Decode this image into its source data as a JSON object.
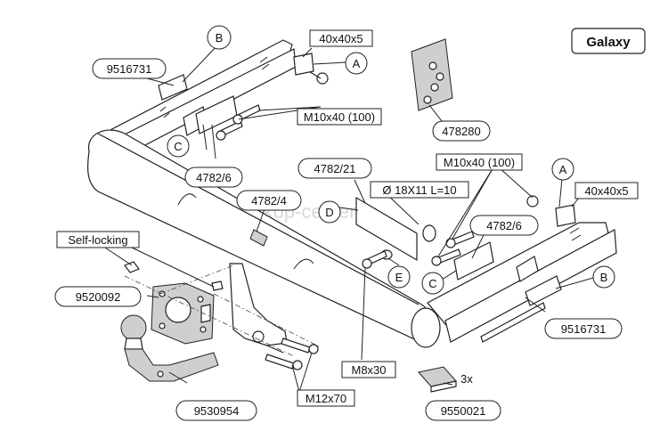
{
  "model": "Galaxy",
  "watermark": "farkop-center.ru",
  "letters": {
    "a": "A",
    "b": "B",
    "c": "C",
    "d": "D",
    "e": "E"
  },
  "parts": {
    "bracket_left": "9516731",
    "bracket_right": "9516731",
    "plate_size_top": "40x40x5",
    "plate_size_right": "40x40x5",
    "bolt_top": "M10x40 (100)",
    "bolt_right": "M10x40 (100)",
    "kit_block": "478280",
    "spacer_left": "4782/6",
    "spacer_right": "4782/6",
    "plate_d": "4782/21",
    "tube_spec": "Ø 18X11 L=10",
    "crossbar": "4782/4",
    "self_locking": "Self-locking",
    "socket_plate": "9520092",
    "ball_neck": "9530954",
    "bolt_m8": "M8x30",
    "bolt_m12": "M12x70",
    "pack": "9550021",
    "pack_qty": "3x"
  }
}
